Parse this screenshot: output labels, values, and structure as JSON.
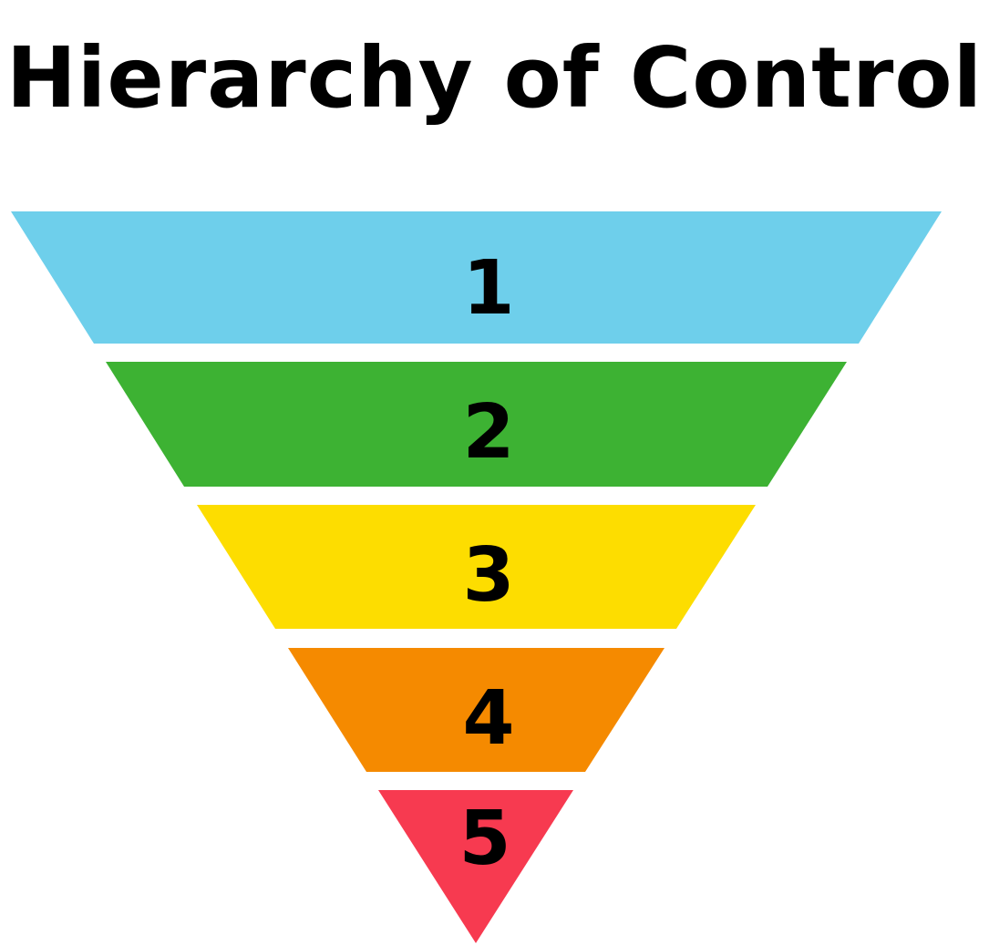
{
  "title": "Hierarchy of Control",
  "levels": [
    {
      "label": "1",
      "color": "#6ECFEB"
    },
    {
      "label": "2",
      "color": "#3DB233"
    },
    {
      "label": "3",
      "color": "#FDDD00"
    },
    {
      "label": "4",
      "color": "#F58A00"
    },
    {
      "label": "5",
      "color": "#F73A50"
    }
  ]
}
